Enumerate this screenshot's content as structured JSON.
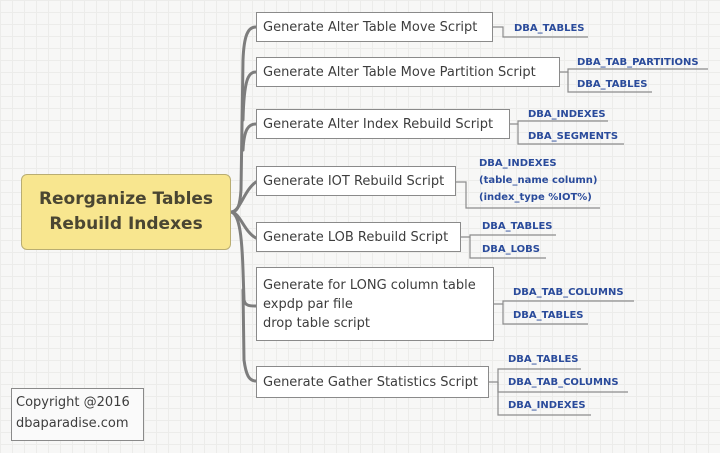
{
  "root": {
    "line1": "Reorganize Tables",
    "line2": "Rebuild Indexes"
  },
  "branches": [
    {
      "label": "Generate Alter Table Move Script",
      "leaves": [
        "DBA_TABLES"
      ]
    },
    {
      "label": "Generate Alter Table Move Partition Script",
      "leaves": [
        "DBA_TAB_PARTITIONS",
        "DBA_TABLES"
      ]
    },
    {
      "label": "Generate Alter Index Rebuild Script",
      "leaves": [
        "DBA_INDEXES",
        "DBA_SEGMENTS"
      ]
    },
    {
      "label": "Generate IOT Rebuild Script",
      "leaves": [
        "DBA_INDEXES",
        "(table_name column)",
        "(index_type %IOT%)"
      ]
    },
    {
      "label": "Generate LOB Rebuild Script",
      "leaves": [
        "DBA_TABLES",
        "DBA_LOBS"
      ]
    },
    {
      "label_lines": [
        "Generate for LONG column table",
        "expdp par file",
        "drop table script"
      ],
      "leaves": [
        "DBA_TAB_COLUMNS",
        "DBA_TABLES"
      ]
    },
    {
      "label": "Generate Gather Statistics Script",
      "leaves": [
        "DBA_TABLES",
        "DBA_TAB_COLUMNS",
        "DBA_INDEXES"
      ]
    }
  ],
  "copyright": {
    "line1": "Copyright @2016",
    "line2": "dbaparadise.com"
  },
  "colors": {
    "root_fill": "#f8e68f",
    "leaf_text": "#2a4b9b",
    "connector": "#7a7a7a"
  }
}
